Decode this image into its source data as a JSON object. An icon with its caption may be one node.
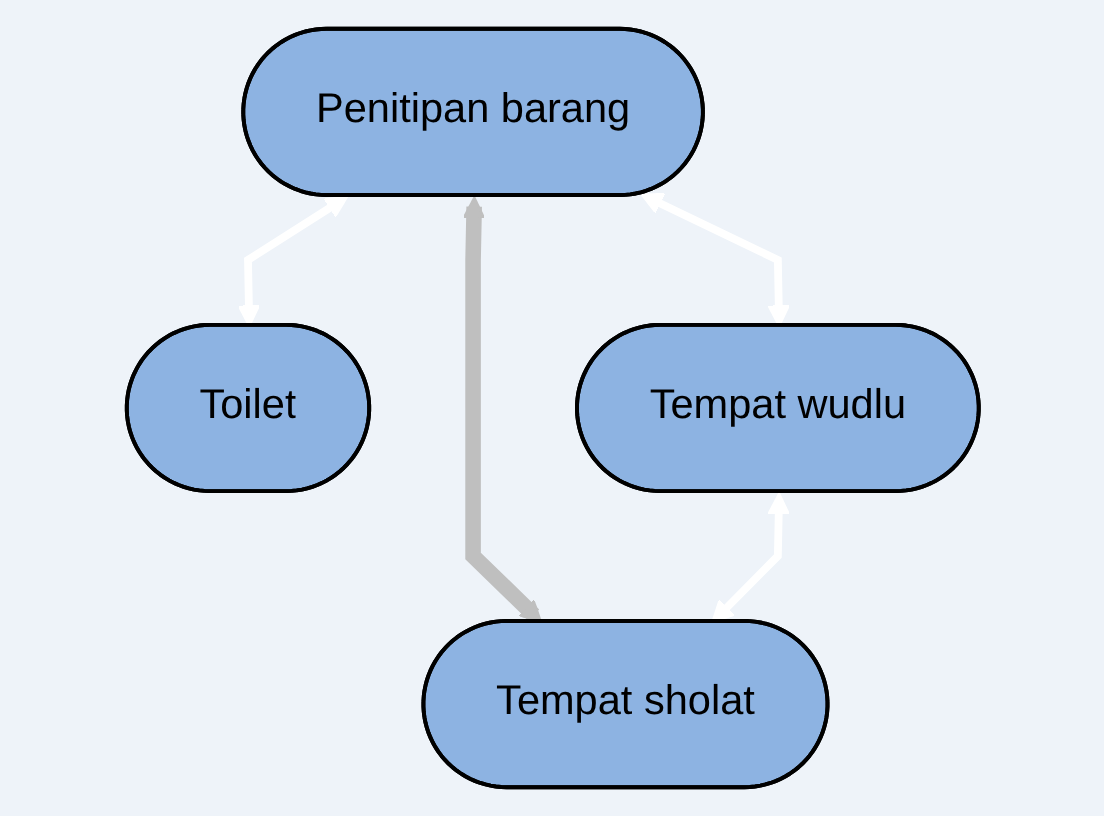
{
  "diagram": {
    "nodes": [
      {
        "text": [
          "Penitipan barang"
        ]
      },
      {
        "text": [
          "Tempat wudlu"
        ]
      },
      {
        "text": [
          "Toilet"
        ]
      },
      {
        "text": [
          "Tempat sholat"
        ]
      }
    ],
    "edges": [
      {
        "from": 0,
        "to": 1,
        "arrow": "both"
      },
      {
        "from": 0,
        "to": 2,
        "arrow": "both"
      },
      {
        "from": 0,
        "to": 3,
        "arrow": "both",
        "style": "thick",
        "color": "#bfbfbf"
      },
      {
        "from": 1,
        "to": 3,
        "arrow": "both"
      }
    ]
  }
}
